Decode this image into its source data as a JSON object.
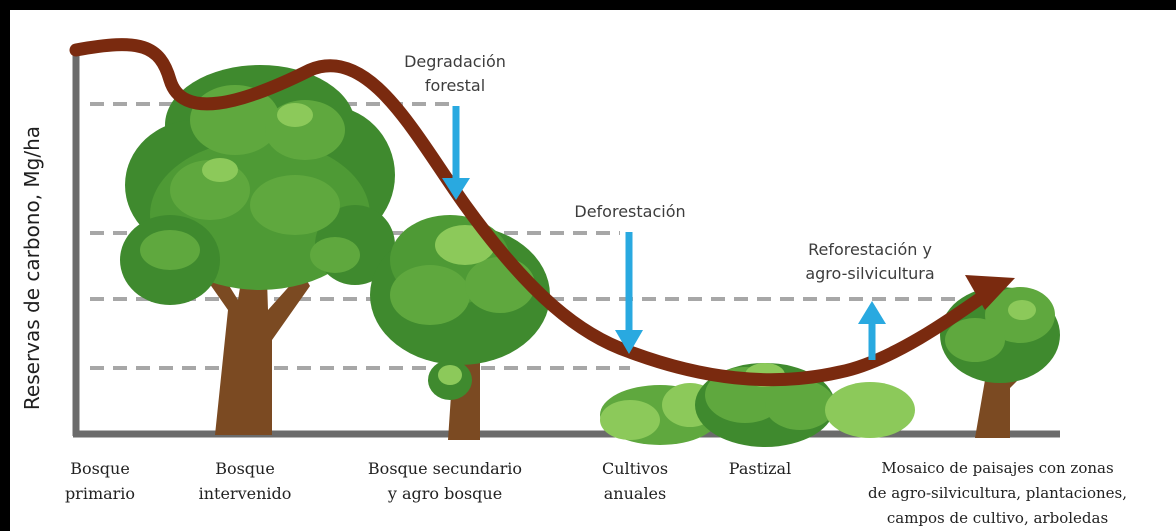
{
  "y_axis_label": "Reservas de carbono, Mg/ha",
  "categories": [
    {
      "line1": "Bosque",
      "line2": "primario"
    },
    {
      "line1": "Bosque",
      "line2": "intervenido"
    },
    {
      "line1": "Bosque secundario",
      "line2": "y agro bosque"
    },
    {
      "line1": "Cultivos",
      "line2": "anuales"
    },
    {
      "line1": "Pastizal",
      "line2": ""
    },
    {
      "line1": "Mosaico de paisajes con zonas",
      "line2": "de agro-silvicultura, plantaciones,",
      "line3": "campos de cultivo, arboledas"
    }
  ],
  "annotations": [
    {
      "line1": "Degradación",
      "line2": "forestal",
      "direction": "down"
    },
    {
      "line1": "Deforestación",
      "line2": "",
      "direction": "down"
    },
    {
      "line1": "Reforestación y",
      "line2": "agro-silvicultura",
      "direction": "up"
    }
  ],
  "colors": {
    "curve": "#7a2a0f",
    "arrow": "#29a9e0",
    "gridline": "#a7a7a7",
    "axis": "#6b6b6b",
    "foliage_dark": "#3f8a2e",
    "foliage_mid": "#5fa83e",
    "foliage_light": "#8cc95a",
    "trunk": "#7b4a22"
  }
}
